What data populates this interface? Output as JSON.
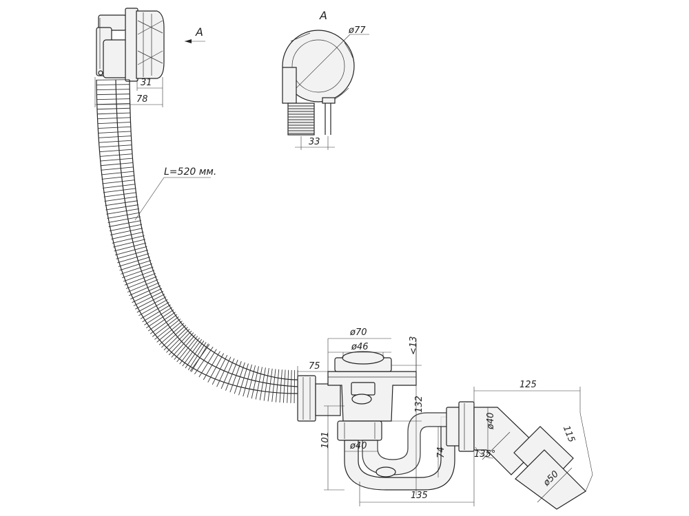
{
  "view_label_top": "A",
  "view_arrow_label": "A",
  "hose_length_label": "L=520 мм.",
  "dimensions": {
    "d31": "31",
    "d78": "78",
    "d77": "ø77",
    "d33": "33",
    "d70": "ø70",
    "d46": "ø46",
    "d13": "<13",
    "d75": "75",
    "d132": "132",
    "d101": "101",
    "d40a": "ø40",
    "d74": "74",
    "d135": "135",
    "d40b": "ø40",
    "d135deg": "135°",
    "d125": "125",
    "d115": "115",
    "d50": "ø50"
  }
}
